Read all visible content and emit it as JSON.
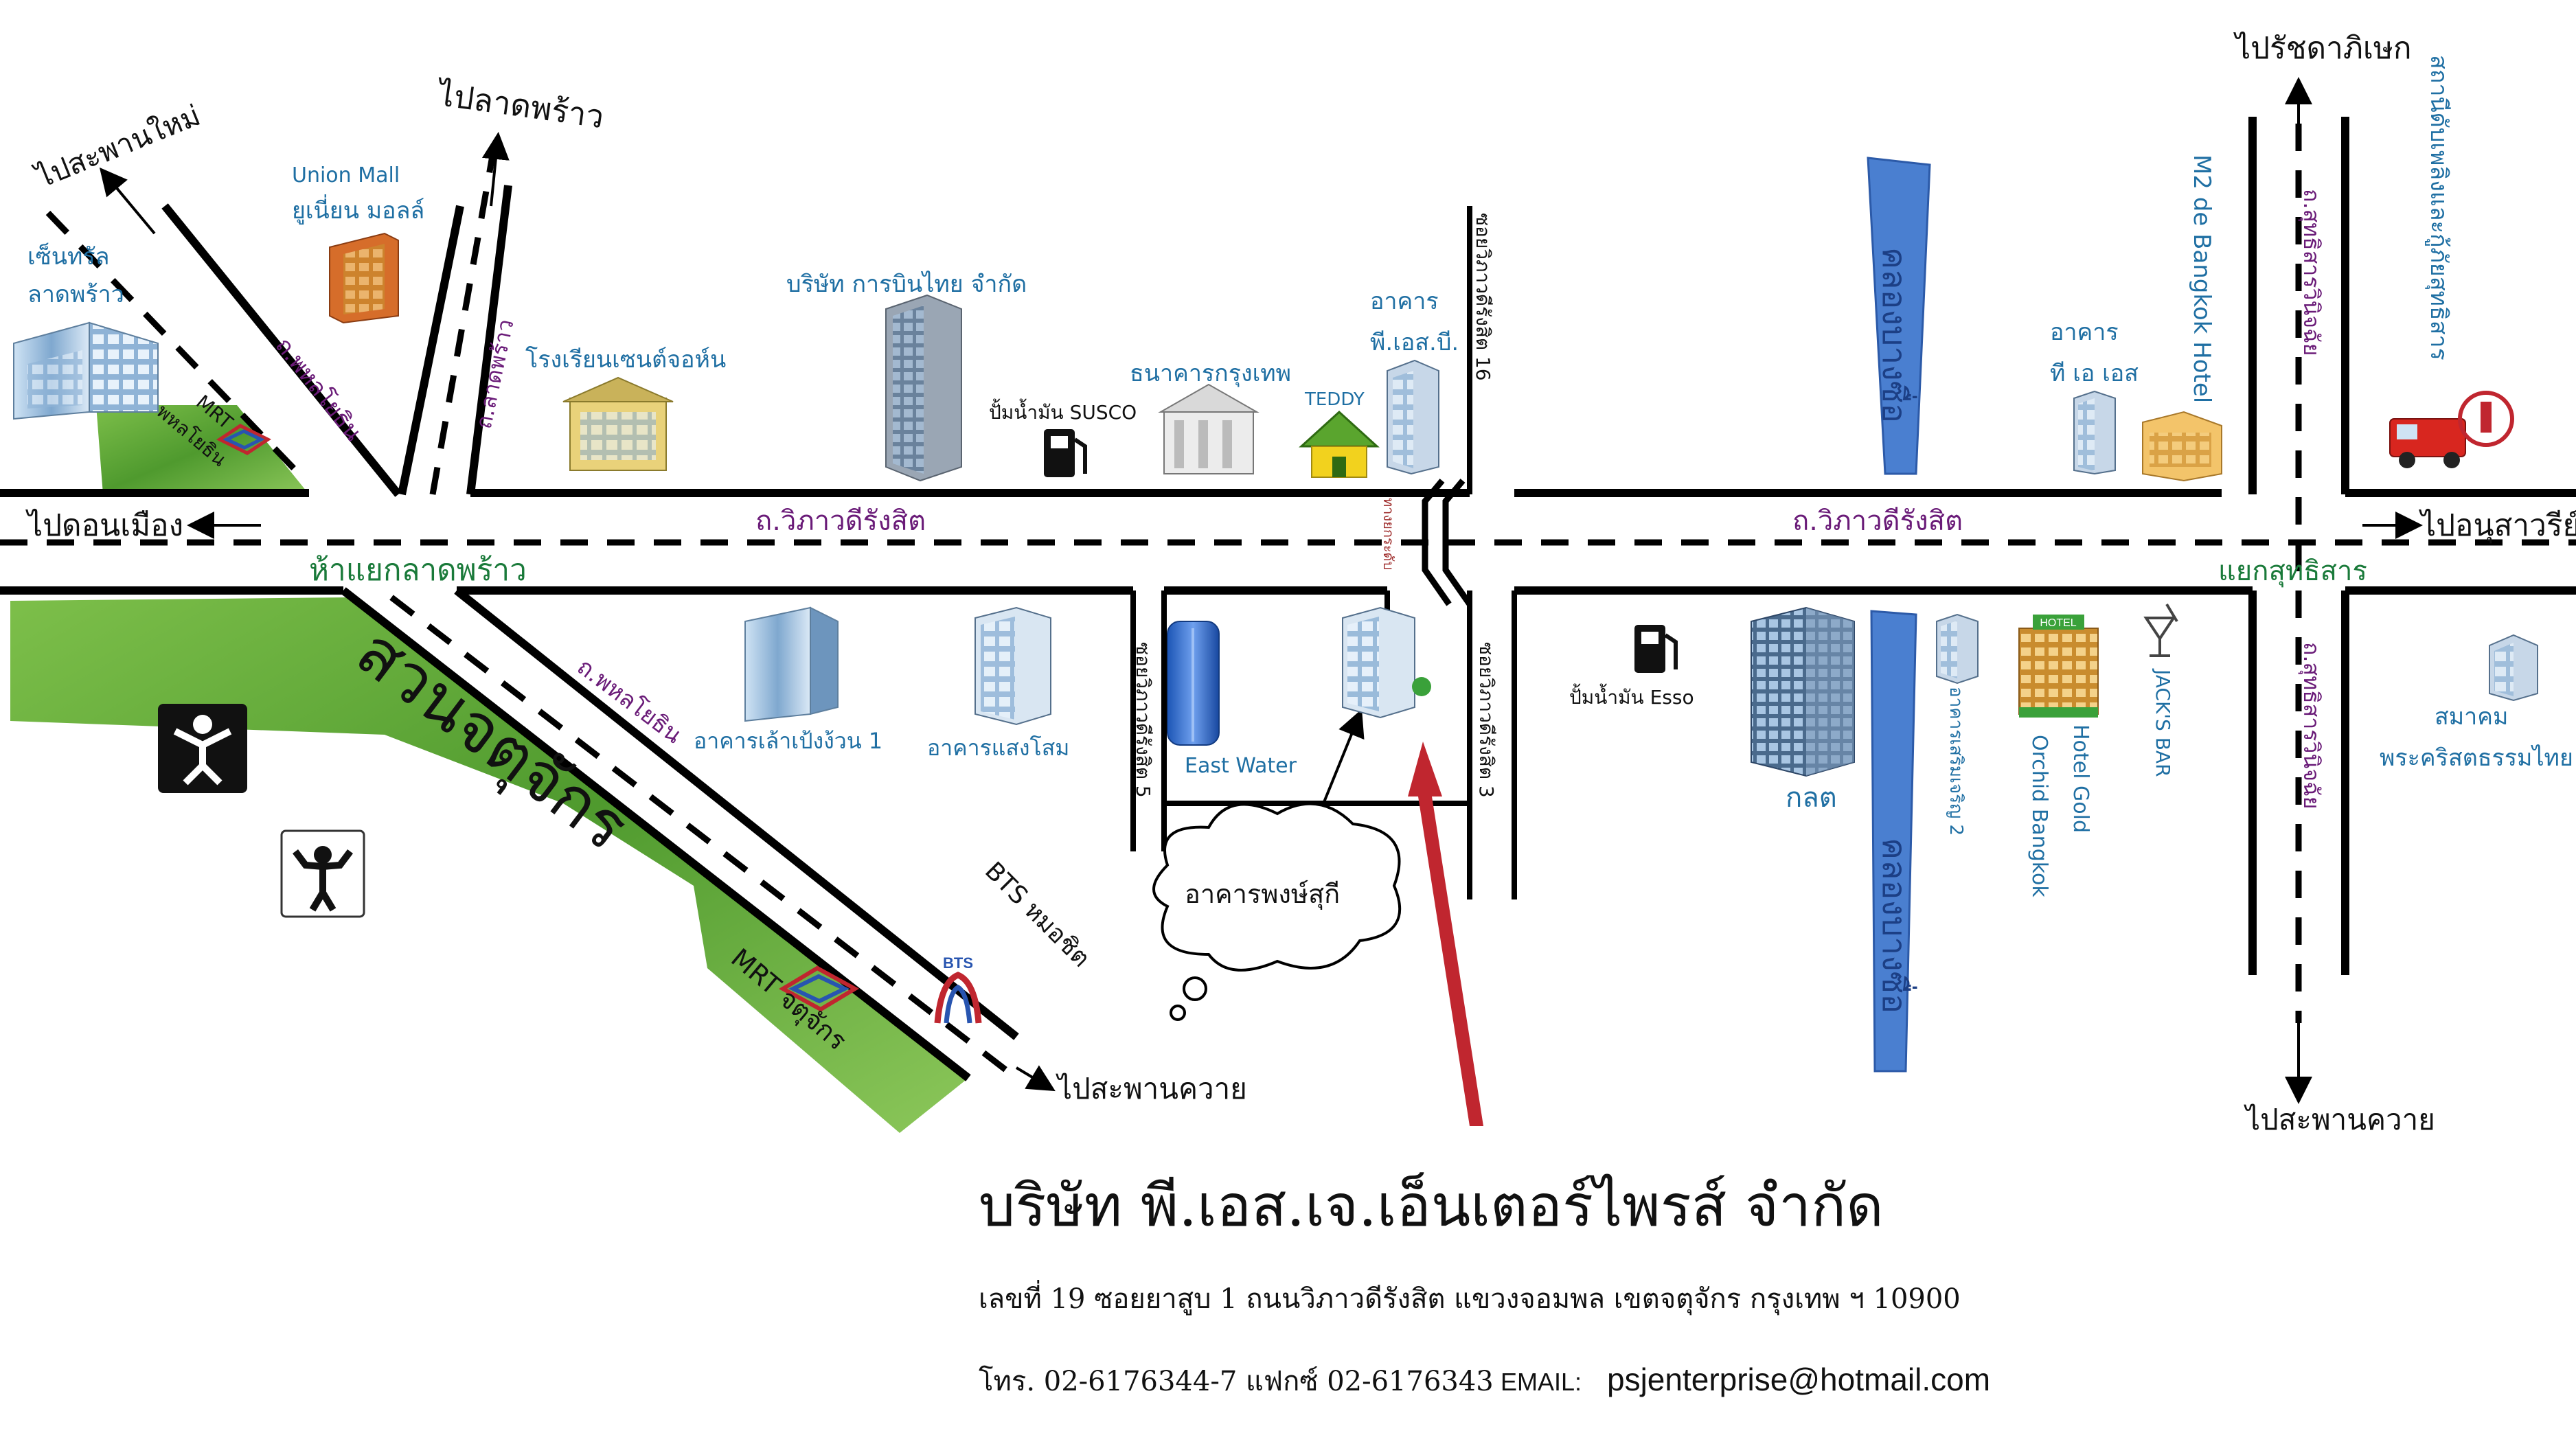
{
  "directions": {
    "saphan_mai": "ไปสะพานใหม่",
    "lat_phrao": "ไปลาดพร้าว",
    "ratchada": "ไปรัชดาภิเษก",
    "don_mueang": "ไปดอนเมือง",
    "anusawari": "ไปอนุสาวรีย์",
    "saphan_khwai_left": "ไปสะพานควาย",
    "saphan_khwai_right": "ไปสะพานควาย"
  },
  "roads": {
    "vibhavadi_left": "ถ.วิภาวดีรังสิต",
    "vibhavadi_right": "ถ.วิภาวดีรังสิต",
    "phahon_top": "ถ.พหลโยธิน",
    "phahon_bottom": "ถ.พหลโยธิน",
    "lat_phrao_road": "ถ.ลาดพร้าว",
    "sutthisan_top": "ถ.สุทธิสารวินิจฉัย",
    "sutthisan_bottom": "ถ.สุทธิสารวินิจฉัย",
    "soi16": "ซอยวิภาวดีรังสิต 16",
    "soi5": "ซอยวิภาวดีรังสิต 5",
    "soi3": "ซอยวิภาวดีรังสิต 3",
    "u_turn": "ทางยกระดับ"
  },
  "intersections": {
    "lat_phrao": "ห้าแยกลาดพร้าว",
    "sutthisan": "แยกสุทธิสาร"
  },
  "landmarks": {
    "central_1": "เซ็นทรัล",
    "central_2": "ลาดพร้าว",
    "union_en": "Union Mall",
    "union_th": "ยูเนี่ยน มอลล์",
    "mrt_phahon_1": "MRT",
    "mrt_phahon_2": "พหลโยธิน",
    "school": "โรงเรียนเซนต์จอห์น",
    "thai_airways": "บริษัท การบินไทย จำกัด",
    "susco": "ปั้มน้ำมัน SUSCO",
    "bangkok_bank": "ธนาคารกรุงเทพ",
    "teddy": "TEDDY",
    "ps_building_1": "อาคาร",
    "ps_building_2": "พี.เอส.บี.",
    "canal": "คลองบางซื่อ",
    "m2": "M2 de Bangkok Hotel",
    "tas_1": "อาคาร",
    "tas_2": "ที เอ เอส",
    "fire_station": "สถานีดับเพลิงและกู้ภัยสุทธิสาร",
    "lao_peng": "อาคารเล้าเป้งง้วน 1",
    "saeng_som": "อาคารแสงโสม",
    "east_water": "East Water",
    "esso": "ปั้มน้ำมัน Esso",
    "kalot": "กลต",
    "charoen": "อาคารเสริมเจริญ 2",
    "orchid": "Orchid Bangkok",
    "hotel_gold": "Hotel Gold",
    "hotel_sign": "HOTEL",
    "jacks": "JACK'S BAR",
    "association_1": "สมาคม",
    "association_2": "พระคริสตธรรมไทย",
    "park": "สวนจตุจักร",
    "mrt_chatuchak": "MRT จตุจักร",
    "bts": "BTS หมอชิต",
    "bts_logo": "BTS",
    "phongsuk": "อาคารพงษ์สุกี"
  },
  "company": {
    "name": "บริษัท พี.เอส.เจ.เอ็นเตอร์ไพรส์ จำกัด",
    "address": "เลขที่ 19 ซอยยาสูบ 1 ถนนวิภาวดีรังสิต แขวงจอมพล เขตจตุจักร กรุงเทพ ฯ 10900",
    "phone": "โทร. 02-6176344-7 แฟกซ์ 02-6176343",
    "email_label": "EMAIL:",
    "email": "psjenterprise@hotmail.com"
  },
  "colors": {
    "label_blue": "#1f6fa3",
    "road_purple": "#6a1b78",
    "junction_green": "#1a7a3a",
    "canal_blue": "#4a7fd0",
    "arrow_red": "#c0262f",
    "grass": "#5ea83a"
  },
  "icons": [
    "exercise-icon",
    "fitness-icon",
    "fire-truck-icon",
    "fuel-pump-icon",
    "mrt-logo-icon",
    "bts-logo-icon",
    "building-icon",
    "bank-icon",
    "house-icon",
    "cocktail-icon"
  ]
}
